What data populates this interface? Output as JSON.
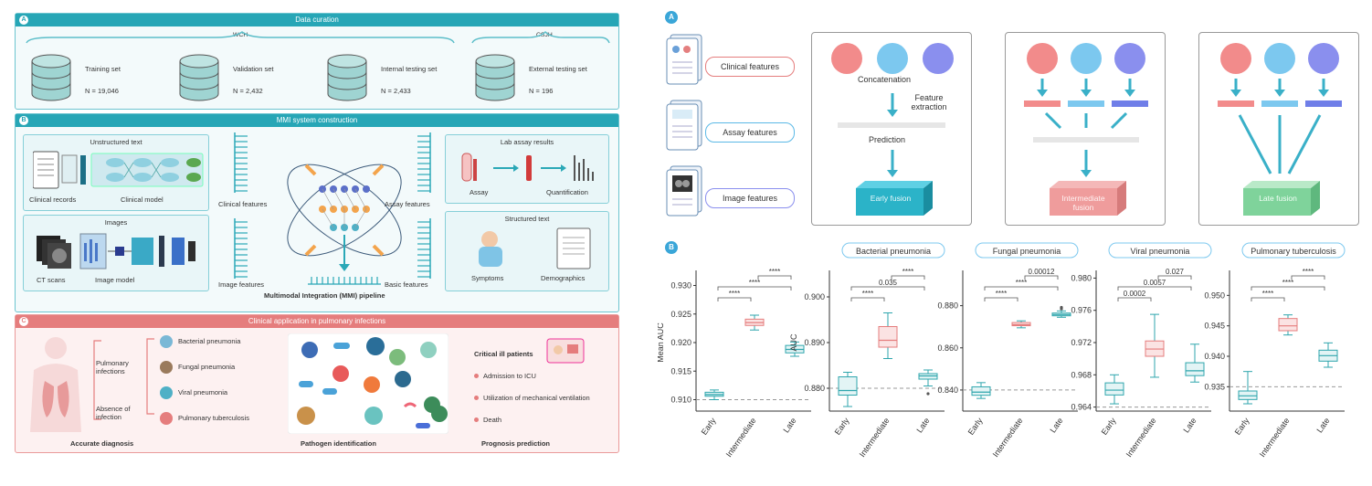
{
  "left": {
    "section_a": {
      "badge": "A",
      "title": "Data curation",
      "site1": "WCH",
      "site2": "CSJH",
      "sets": [
        {
          "name": "Training set",
          "n": "N = 19,046"
        },
        {
          "name": "Validation set",
          "n": "N = 2,432"
        },
        {
          "name": "Internal testing set",
          "n": "N = 2,433"
        },
        {
          "name": "External testing set",
          "n": "N = 196"
        }
      ]
    },
    "section_b": {
      "badge": "B",
      "title": "MMI system construction",
      "unstructured_text": "Unstructured text",
      "clinical_records": "Clinical records",
      "clinical_model": "Clinical model",
      "images": "Images",
      "ct_scans": "CT scans",
      "image_model": "Image model",
      "clinical_features": "Clinical features",
      "image_features": "Image features",
      "assay_features": "Assay features",
      "basic_features": "Basic features",
      "pipeline": "Multimodal Integration (MMI) pipeline",
      "lab_assay": "Lab assay results",
      "assay": "Assay",
      "quantification": "Quantification",
      "structured_text": "Structured text",
      "symptoms": "Symptoms",
      "demographics": "Demographics"
    },
    "section_c": {
      "badge": "C",
      "title": "Clinical application in pulmonary infections",
      "pulmonary_infections": "Pulmonary infections",
      "absence": "Absence of infection",
      "diseases": [
        "Bacterial pneumonia",
        "Fungal pneumonia",
        "Viral pneumonia",
        "Pulmonary tuberculosis"
      ],
      "accurate_diagnosis": "Accurate diagnosis",
      "pathogen_identification": "Pathogen identification",
      "critical_patients": "Critical ill patients",
      "outcomes": [
        "Admission to ICU",
        "Utilization of mechanical ventilation",
        "Death"
      ],
      "prognosis_prediction": "Prognosis prediction"
    }
  },
  "right": {
    "badge_a": "A",
    "badge_b": "B",
    "features": [
      "Clinical features",
      "Assay features",
      "Image features"
    ],
    "early": {
      "concatenation": "Concatenation",
      "feature_extraction": "Feature extraction",
      "prediction": "Prediction",
      "label": "Early fusion"
    },
    "intermediate": {
      "label": "Intermediate fusion"
    },
    "late": {
      "label": "Late fusion"
    },
    "colors": {
      "red": "#f28b8b",
      "blue": "#7cc8ef",
      "purple": "#8a8fee",
      "teal": "#2bb3c8",
      "pink": "#ef9c9c",
      "green": "#7fd39b"
    }
  },
  "chart_data": [
    {
      "type": "box",
      "title": "",
      "xlabel": "",
      "ylabel": "Mean AUC",
      "categories": [
        "Early",
        "Intermediate",
        "Late"
      ],
      "ylim": [
        0.908,
        0.932
      ],
      "yticks": [
        0.91,
        0.915,
        0.92,
        0.925,
        0.93
      ],
      "ytick_labels": [
        "0.910",
        "0.915",
        "0.920",
        "0.925",
        "0.930"
      ],
      "baseline": 0.91,
      "boxes": [
        {
          "min": 0.91,
          "q1": 0.9106,
          "median": 0.9109,
          "q3": 0.9113,
          "max": 0.9117
        },
        {
          "min": 0.9222,
          "q1": 0.923,
          "median": 0.9235,
          "q3": 0.9241,
          "max": 0.9248
        },
        {
          "min": 0.9176,
          "q1": 0.9182,
          "median": 0.9188,
          "q3": 0.9195,
          "max": 0.9201
        }
      ],
      "brackets": [
        {
          "from": 0,
          "to": 1,
          "label": "****"
        },
        {
          "from": 0,
          "to": 2,
          "label": "****"
        },
        {
          "from": 1,
          "to": 2,
          "label": "****"
        }
      ],
      "color": "#2fa6ad"
    },
    {
      "type": "box",
      "title": "Bacterial pneumonia",
      "xlabel": "",
      "ylabel": "AUC",
      "categories": [
        "Early",
        "Intermediate",
        "Late"
      ],
      "ylim": [
        0.875,
        0.905
      ],
      "yticks": [
        0.88,
        0.89,
        0.9
      ],
      "ytick_labels": [
        "0.880",
        "0.890",
        "0.900"
      ],
      "baseline": 0.88,
      "boxes": [
        {
          "min": 0.876,
          "q1": 0.8785,
          "median": 0.8795,
          "q3": 0.8825,
          "max": 0.8835
        },
        {
          "min": 0.8865,
          "q1": 0.889,
          "median": 0.8905,
          "q3": 0.8935,
          "max": 0.8965
        },
        {
          "min": 0.8805,
          "q1": 0.882,
          "median": 0.8827,
          "q3": 0.8832,
          "max": 0.884,
          "outliers": [
            0.8788
          ]
        }
      ],
      "brackets": [
        {
          "from": 0,
          "to": 1,
          "label": "****"
        },
        {
          "from": 0,
          "to": 2,
          "label": "0.035"
        },
        {
          "from": 1,
          "to": 2,
          "label": "****"
        }
      ],
      "color": "#2fa6ad"
    },
    {
      "type": "box",
      "title": "Fungal pneumonia",
      "xlabel": "",
      "ylabel": "",
      "categories": [
        "Early",
        "Intermediate",
        "Late"
      ],
      "ylim": [
        0.83,
        0.895
      ],
      "yticks": [
        0.84,
        0.86,
        0.88
      ],
      "ytick_labels": [
        "0.840",
        "0.860",
        "0.880"
      ],
      "baseline": 0.84,
      "boxes": [
        {
          "min": 0.836,
          "q1": 0.8375,
          "median": 0.839,
          "q3": 0.8415,
          "max": 0.8435
        },
        {
          "min": 0.8695,
          "q1": 0.8705,
          "median": 0.871,
          "q3": 0.872,
          "max": 0.8728
        },
        {
          "min": 0.8745,
          "q1": 0.8752,
          "median": 0.8758,
          "q3": 0.8765,
          "max": 0.8775,
          "outliers": [
            0.8785,
            0.8792
          ]
        }
      ],
      "brackets": [
        {
          "from": 0,
          "to": 1,
          "label": "****"
        },
        {
          "from": 0,
          "to": 2,
          "label": "****"
        },
        {
          "from": 1,
          "to": 2,
          "label": "0.00012"
        }
      ],
      "color": "#2fa6ad"
    },
    {
      "type": "box",
      "title": "Viral pneumonia",
      "xlabel": "",
      "ylabel": "",
      "categories": [
        "Early",
        "Intermediate",
        "Late"
      ],
      "ylim": [
        0.9635,
        0.9805
      ],
      "yticks": [
        0.964,
        0.968,
        0.972,
        0.976,
        0.98
      ],
      "ytick_labels": [
        "0.964",
        "0.968",
        "0.972",
        "0.976",
        "0.980"
      ],
      "baseline": 0.964,
      "boxes": [
        {
          "min": 0.9644,
          "q1": 0.9655,
          "median": 0.9661,
          "q3": 0.967,
          "max": 0.968
        },
        {
          "min": 0.9677,
          "q1": 0.9703,
          "median": 0.9712,
          "q3": 0.9722,
          "max": 0.9755
        },
        {
          "min": 0.9671,
          "q1": 0.9679,
          "median": 0.9685,
          "q3": 0.9695,
          "max": 0.9718
        }
      ],
      "brackets": [
        {
          "from": 0,
          "to": 1,
          "label": "0.0002"
        },
        {
          "from": 0,
          "to": 2,
          "label": "0.0057"
        },
        {
          "from": 1,
          "to": 2,
          "label": "0.027"
        }
      ],
      "color": "#2fa6ad"
    },
    {
      "type": "box",
      "title": "Pulmonary tuberculosis",
      "xlabel": "",
      "ylabel": "",
      "categories": [
        "Early",
        "Intermediate",
        "Late"
      ],
      "ylim": [
        0.931,
        0.9535
      ],
      "yticks": [
        0.935,
        0.94,
        0.945,
        0.95
      ],
      "ytick_labels": [
        "0.935",
        "0.940",
        "0.945",
        "0.950"
      ],
      "baseline": 0.935,
      "boxes": [
        {
          "min": 0.9322,
          "q1": 0.9329,
          "median": 0.9335,
          "q3": 0.9343,
          "max": 0.9375
        },
        {
          "min": 0.9435,
          "q1": 0.9442,
          "median": 0.945,
          "q3": 0.9462,
          "max": 0.9468
        },
        {
          "min": 0.9382,
          "q1": 0.9392,
          "median": 0.9401,
          "q3": 0.941,
          "max": 0.9422
        }
      ],
      "brackets": [
        {
          "from": 0,
          "to": 1,
          "label": "****"
        },
        {
          "from": 0,
          "to": 2,
          "label": "****"
        },
        {
          "from": 1,
          "to": 2,
          "label": "****"
        }
      ],
      "color": "#2fa6ad"
    }
  ]
}
